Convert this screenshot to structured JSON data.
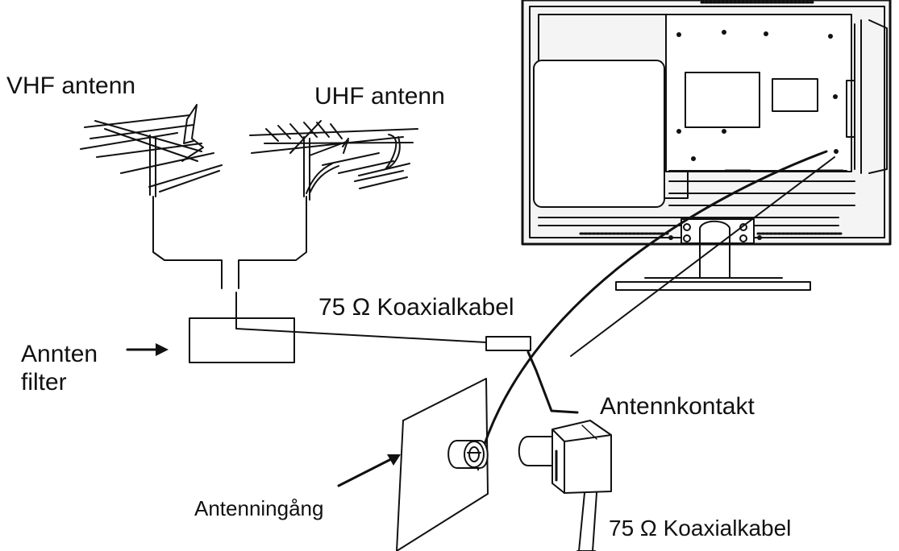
{
  "labels": {
    "vhf_antenna": "VHF antenn",
    "uhf_antenna": "UHF antenn",
    "coax_top": "75 Ω Koaxialkabel",
    "filter_line1": "Annten",
    "filter_line2": "filter",
    "connector": "Antennkontakt",
    "input": "Antenningång",
    "coax_bottom": "75 Ω Koaxialkabel"
  },
  "colors": {
    "line": "#111111",
    "tv_fill": "#f4f4f4",
    "background": "#ffffff"
  }
}
